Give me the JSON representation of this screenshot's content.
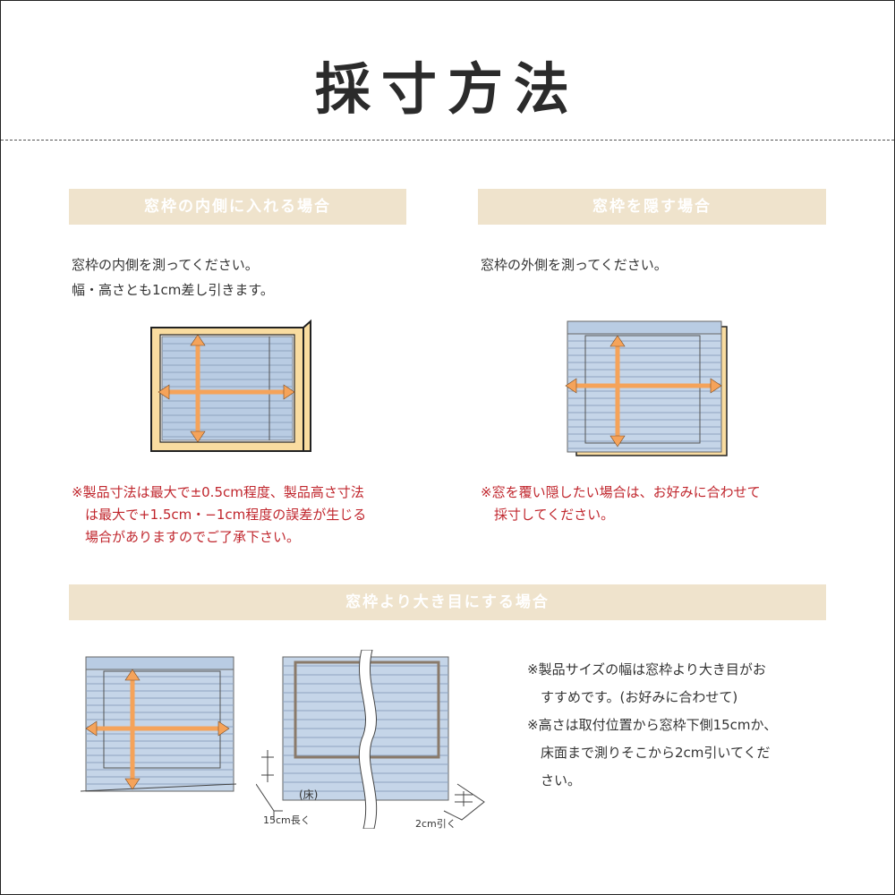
{
  "title": "採寸方法",
  "sections": [
    {
      "heading": "窓枠の内側に入れる場合",
      "lines": [
        "窓枠の内側を測ってください。",
        "幅・高さとも1cm差し引きます。"
      ],
      "notes": [
        "※製品寸法は最大で±0.5cm程度、製品高さ寸法",
        "　は最大で+1.5cm・−1cm程度の誤差が生じる",
        "　場合がありますのでご了承下さい。"
      ]
    },
    {
      "heading": "窓枠を隠す場合",
      "lines": [
        "窓枠の外側を測ってください。"
      ],
      "notes": [
        "※窓を覆い隠したい場合は、お好みに合わせて",
        "　採寸してください。"
      ]
    },
    {
      "heading": "窓枠より大き目にする場合",
      "notes": [
        "※製品サイズの幅は窓枠より大き目がお",
        "　すすめです。(お好みに合わせて)",
        "※高さは取付位置から窓枠下側15cmか、",
        "　床面まで測りそこから2cm引いてくだ",
        "　さい。"
      ]
    }
  ],
  "diagram_labels": {
    "floor": "(床)",
    "longer": "15cm長く",
    "minus": "2cm引く"
  },
  "colors": {
    "accent_bar": "#efe3cc",
    "note_red": "#c0262d",
    "arrow": "#f5a35a",
    "blind": "#b9cce3",
    "frame": "#f9dca0"
  }
}
